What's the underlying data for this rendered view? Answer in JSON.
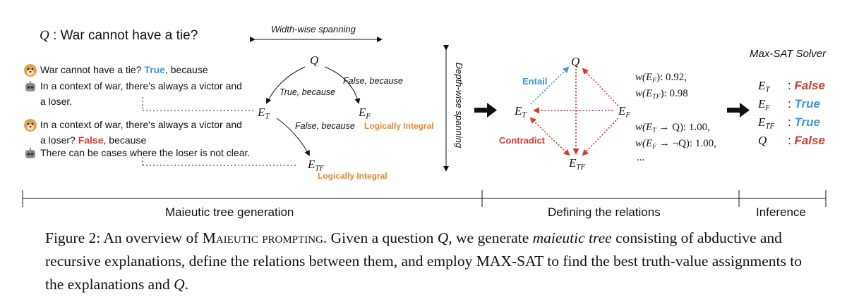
{
  "left": {
    "question_var": "Q",
    "question_text": ": War cannot have a tie?",
    "width_label": "Width-wise spanning",
    "depth_label": "Depth-wise spanning",
    "line1_pre": "War cannot have a tie?",
    "line1_val": "True",
    "line1_post": ", because",
    "line2a": "In a context of war, there's always a victor and",
    "line2b": "a loser.",
    "line3a": "In a context of war, there's always a victor and",
    "line3b_pre": "a loser?",
    "line3b_val": "False",
    "line3b_post": ", because",
    "line4": "There can be cases where the loser is not clear.",
    "tree_q": "Q",
    "tree_true_because": "True, because",
    "tree_false_because_top": "False, because",
    "tree_false_because_mid": "False, because",
    "node_et": "E",
    "node_et_sub": "T",
    "node_ef": "E",
    "node_ef_sub": "F",
    "node_etf": "E",
    "node_etf_sub": "TF",
    "logically_integral_1": "Logically Integral",
    "logically_integral_2": "Logically Integral"
  },
  "middle": {
    "q": "Q",
    "entail": "Entail",
    "contradict": "Contradict",
    "et": "E",
    "et_sub": "T",
    "ef": "E",
    "ef_sub": "F",
    "etf": "E",
    "etf_sub": "TF",
    "w1": "w(E",
    "w1_sub": "F",
    "w1_val": "): 0.92,",
    "w2": "w(E",
    "w2_sub": "TF",
    "w2_val": "): 0.98",
    "w3": "w(E",
    "w3_sub": "T",
    "w3_val": " → Q): 1.00,",
    "w4": "w(E",
    "w4_sub": "F",
    "w4_val": " → ¬Q): 1.00,",
    "w5": "..."
  },
  "right": {
    "title": "Max-SAT Solver",
    "rows": [
      {
        "var": "E",
        "sub": "T",
        "sep": ":",
        "val": "False",
        "color": "#d83b2c"
      },
      {
        "var": "E",
        "sub": "F",
        "sep": ":",
        "val": "True",
        "color": "#3d95df"
      },
      {
        "var": "E",
        "sub": "TF",
        "sep": ":",
        "val": "True",
        "color": "#3d95df"
      },
      {
        "var": "Q",
        "sub": "",
        "sep": ":",
        "val": "False",
        "color": "#d83b2c"
      }
    ]
  },
  "sections": {
    "s1": "Maieutic tree generation",
    "s2": "Defining the relations",
    "s3": "Inference"
  },
  "caption": {
    "p1": "Figure 2: An overview of ",
    "p2": "Maieutic prompting",
    "p3": ". Given a question ",
    "p4": "Q",
    "p5": ", we generate ",
    "p6": "maieutic tree",
    "p7": " consisting of abductive and recursive explanations, define the relations between them, and employ MAX-SAT to find the best truth-value assignments to the explanations and ",
    "p8": "Q",
    "p9": "."
  },
  "colors": {
    "blue": "#3d95df",
    "red": "#d83b2c",
    "orange": "#e6862a"
  }
}
